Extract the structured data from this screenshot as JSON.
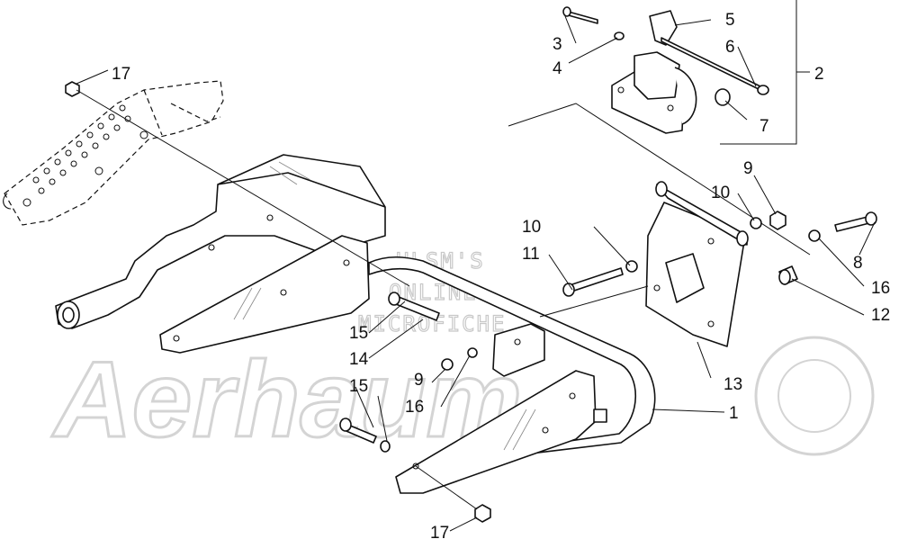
{
  "watermark": {
    "line1": "HLSM'S",
    "line2": "ONLINE",
    "line3": "MICROFICHE",
    "brand": "Aerhaum"
  },
  "callouts": [
    {
      "id": "c1",
      "text": "1"
    },
    {
      "id": "c2",
      "text": "2"
    },
    {
      "id": "c3",
      "text": "3"
    },
    {
      "id": "c4",
      "text": "4"
    },
    {
      "id": "c5",
      "text": "5"
    },
    {
      "id": "c6",
      "text": "6"
    },
    {
      "id": "c7",
      "text": "7"
    },
    {
      "id": "c8",
      "text": "8"
    },
    {
      "id": "c9a",
      "text": "9"
    },
    {
      "id": "c9b",
      "text": "9"
    },
    {
      "id": "c10a",
      "text": "10"
    },
    {
      "id": "c10b",
      "text": "10"
    },
    {
      "id": "c11",
      "text": "11"
    },
    {
      "id": "c12",
      "text": "12"
    },
    {
      "id": "c13",
      "text": "13"
    },
    {
      "id": "c14",
      "text": "14"
    },
    {
      "id": "c15a",
      "text": "15"
    },
    {
      "id": "c15b",
      "text": "15"
    },
    {
      "id": "c16a",
      "text": "16"
    },
    {
      "id": "c16b",
      "text": "16"
    },
    {
      "id": "c17a",
      "text": "17"
    },
    {
      "id": "c17b",
      "text": "17"
    }
  ]
}
